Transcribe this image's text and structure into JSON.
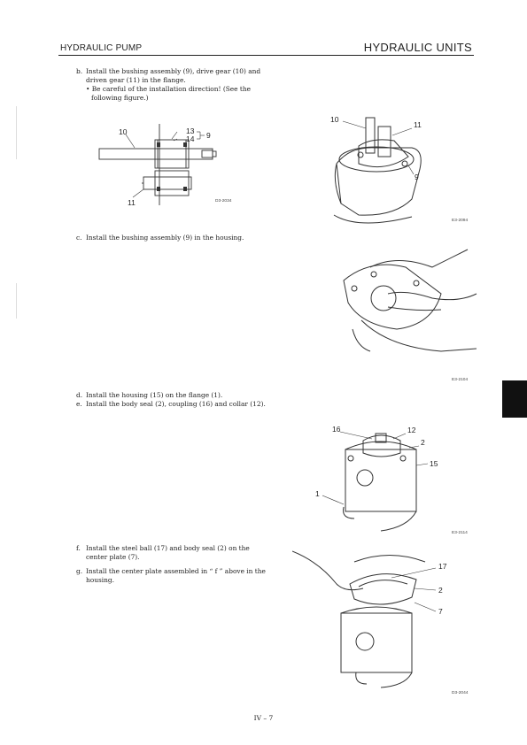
{
  "header": {
    "left": "HYDRAULIC PUMP",
    "right": "HYDRAULIC UNITS"
  },
  "steps": {
    "b": {
      "label": "b.",
      "line1": "Install the bushing assembly (9), drive gear (10) and",
      "line2": "driven gear (11) in the flange.",
      "note1": "• Be careful of the installation direction! (See the",
      "note2": "following figure.)"
    },
    "c": {
      "label": "c.",
      "text": "Install the bushing assembly (9) in the housing."
    },
    "d": {
      "label": "d.",
      "text": "Install the housing (15) on the flange (1)."
    },
    "e": {
      "label": "e.",
      "text": "Install the body seal (2), coupling (16) and collar (12)."
    },
    "f": {
      "label": "f.",
      "line1": "Install the steel ball (17) and body seal (2) on the",
      "line2": "center plate (7)."
    },
    "g": {
      "label": "g.",
      "line1": "Install the center plate assembled in “ f ” above in the",
      "line2": "housing."
    }
  },
  "figures": {
    "diagram": {
      "code": "D3-2034",
      "callouts": {
        "c10": "10",
        "c13": "13",
        "c9": "9",
        "c14": "14",
        "c11": "11"
      }
    },
    "fig1": {
      "code": "E3-2094",
      "callouts": {
        "c10": "10",
        "c11": "11",
        "c9": "9"
      }
    },
    "fig2": {
      "code": "E3-2104"
    },
    "fig3": {
      "code": "E3-2114",
      "callouts": {
        "c16": "16",
        "c12": "12",
        "c2": "2",
        "c15": "15",
        "c1": "1"
      }
    },
    "fig4": {
      "code": "D3-2044",
      "callouts": {
        "c17": "17",
        "c2": "2",
        "c7": "7"
      }
    }
  },
  "page_number": "IV – 7"
}
